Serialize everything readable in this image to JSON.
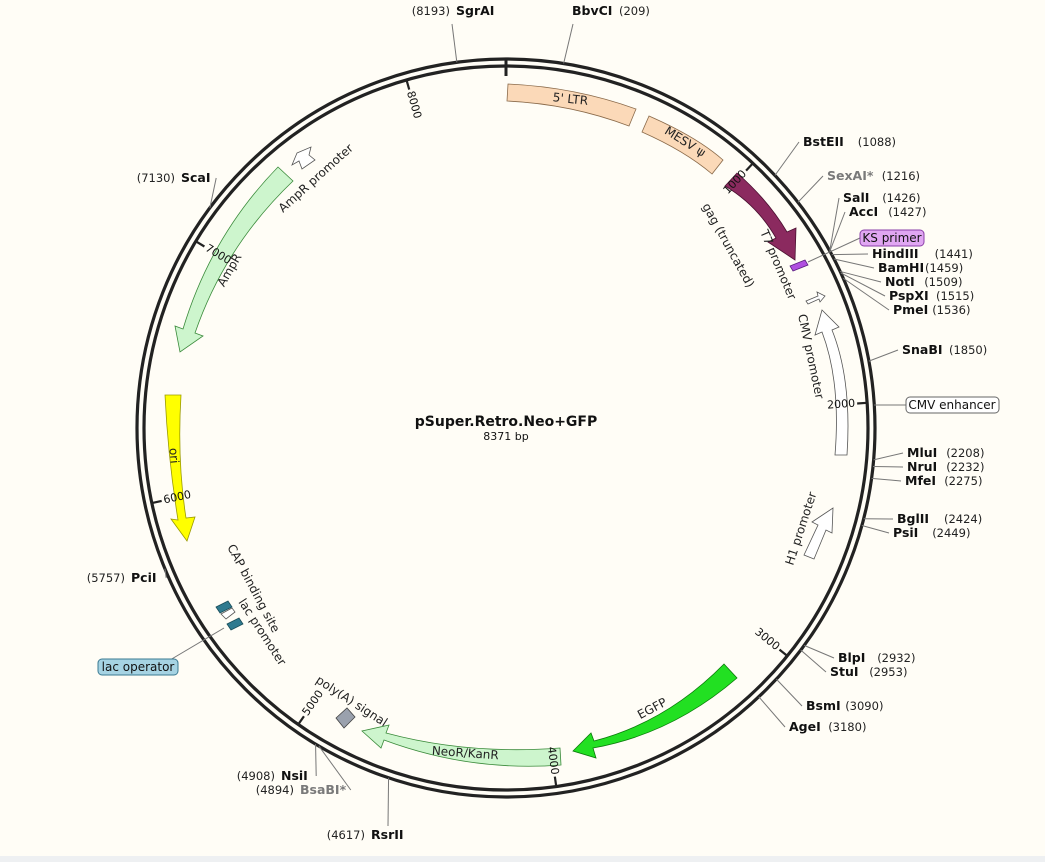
{
  "plasmid": {
    "name": "pSuper.Retro.Neo+GFP",
    "length_label": "8371 bp",
    "length": 8371
  },
  "ticks": [
    {
      "label": "1000",
      "pos": 1000
    },
    {
      "label": "2000",
      "pos": 2000
    },
    {
      "label": "3000",
      "pos": 3000
    },
    {
      "label": "4000",
      "pos": 4000
    },
    {
      "label": "5000",
      "pos": 5000
    },
    {
      "label": "6000",
      "pos": 6000
    },
    {
      "label": "7000",
      "pos": 7000
    },
    {
      "label": "8000",
      "pos": 8000
    }
  ],
  "sites": [
    {
      "id": "sgrai",
      "name": "SgrAI",
      "pos_label": "(8193)",
      "pos": 8193,
      "gray": false
    },
    {
      "id": "bbvci",
      "name": "BbvCI",
      "pos_label": "(209)",
      "pos": 209,
      "gray": false
    },
    {
      "id": "bsteii",
      "name": "BstEII",
      "pos_label": "(1088)",
      "pos": 1088,
      "gray": false
    },
    {
      "id": "sexai",
      "name": "SexAI*",
      "pos_label": "(1216)",
      "pos": 1216,
      "gray": true
    },
    {
      "id": "sali",
      "name": "SalI",
      "pos_label": "(1426)",
      "pos": 1426,
      "gray": false
    },
    {
      "id": "acci",
      "name": "AccI",
      "pos_label": "(1427)",
      "pos": 1427,
      "gray": false
    },
    {
      "id": "hindiii",
      "name": "HindIII",
      "pos_label": "(1441)",
      "pos": 1441,
      "gray": false
    },
    {
      "id": "bamhi",
      "name": "BamHI",
      "pos_label": "(1459)",
      "pos": 1459,
      "gray": false
    },
    {
      "id": "noti",
      "name": "NotI",
      "pos_label": "(1509)",
      "pos": 1509,
      "gray": false
    },
    {
      "id": "pspxi",
      "name": "PspXI",
      "pos_label": "(1515)",
      "pos": 1515,
      "gray": false
    },
    {
      "id": "pmei",
      "name": "PmeI",
      "pos_label": "(1536)",
      "pos": 1536,
      "gray": false
    },
    {
      "id": "snabi",
      "name": "SnaBI",
      "pos_label": "(1850)",
      "pos": 1850,
      "gray": false
    },
    {
      "id": "mlui",
      "name": "MluI",
      "pos_label": "(2208)",
      "pos": 2208,
      "gray": false
    },
    {
      "id": "nrui",
      "name": "NruI",
      "pos_label": "(2232)",
      "pos": 2232,
      "gray": false
    },
    {
      "id": "mfei",
      "name": "MfeI",
      "pos_label": "(2275)",
      "pos": 2275,
      "gray": false
    },
    {
      "id": "bglii",
      "name": "BglII",
      "pos_label": "(2424)",
      "pos": 2424,
      "gray": false
    },
    {
      "id": "psii",
      "name": "PsiI",
      "pos_label": "(2449)",
      "pos": 2449,
      "gray": false
    },
    {
      "id": "blpi",
      "name": "BlpI",
      "pos_label": "(2932)",
      "pos": 2932,
      "gray": false
    },
    {
      "id": "stui",
      "name": "StuI",
      "pos_label": "(2953)",
      "pos": 2953,
      "gray": false
    },
    {
      "id": "bsmi",
      "name": "BsmI",
      "pos_label": "(3090)",
      "pos": 3090,
      "gray": false
    },
    {
      "id": "agei",
      "name": "AgeI",
      "pos_label": "(3180)",
      "pos": 3180,
      "gray": false
    },
    {
      "id": "rsrii",
      "name": "RsrII",
      "pos_label": "(4617)",
      "pos": 4617,
      "gray": false
    },
    {
      "id": "nsii",
      "name": "NsiI",
      "pos_label": "(4908)",
      "pos": 4908,
      "gray": false
    },
    {
      "id": "bsabi",
      "name": "BsaBI*",
      "pos_label": "(4894)",
      "pos": 4894,
      "gray": true
    },
    {
      "id": "pcii",
      "name": "PciI",
      "pos_label": "(5757)",
      "pos": 5757,
      "gray": false
    },
    {
      "id": "scai",
      "name": "ScaI",
      "pos_label": "(7130)",
      "pos": 7130,
      "gray": false
    }
  ],
  "features": [
    {
      "id": "ltr",
      "label": "5' LTR",
      "color": "#fbd9b8"
    },
    {
      "id": "mesv",
      "label": "MESV ψ",
      "color": "#fbd9b8"
    },
    {
      "id": "gag",
      "label": "gag (truncated)",
      "color": "#8b2a5f"
    },
    {
      "id": "t7",
      "label": "T7 promoter",
      "color": "#ffffff"
    },
    {
      "id": "cmvprom",
      "label": "CMV promoter",
      "color": "#ffffff"
    },
    {
      "id": "h1",
      "label": "H1 promoter",
      "color": "#ffffff"
    },
    {
      "id": "egfp",
      "label": "EGFP",
      "color": "#22e022"
    },
    {
      "id": "neor",
      "label": "NeoR/KanR",
      "color": "#cdf5cd"
    },
    {
      "id": "polya",
      "label": "poly(A) signal",
      "color": "#9aa1ad"
    },
    {
      "id": "lacprom",
      "label": "lac promoter",
      "color": "#ffffff"
    },
    {
      "id": "cap",
      "label": "CAP binding site",
      "color": "#2f7a8f"
    },
    {
      "id": "ori",
      "label": "ori",
      "color": "#ffff00"
    },
    {
      "id": "ampr",
      "label": "AmpR",
      "color": "#cdf5cd"
    },
    {
      "id": "amprprom",
      "label": "AmpR promoter",
      "color": "#ffffff"
    }
  ],
  "boxed_labels": [
    {
      "id": "ks",
      "label": "KS primer",
      "color": "#e0a6f2",
      "border": "#8a3fa8"
    },
    {
      "id": "cmvenh",
      "label": "CMV enhancer",
      "color": "#ffffff",
      "border": "#666666"
    },
    {
      "id": "lacop",
      "label": "lac operator",
      "color": "#a6d3e3",
      "border": "#3a7a92"
    }
  ]
}
